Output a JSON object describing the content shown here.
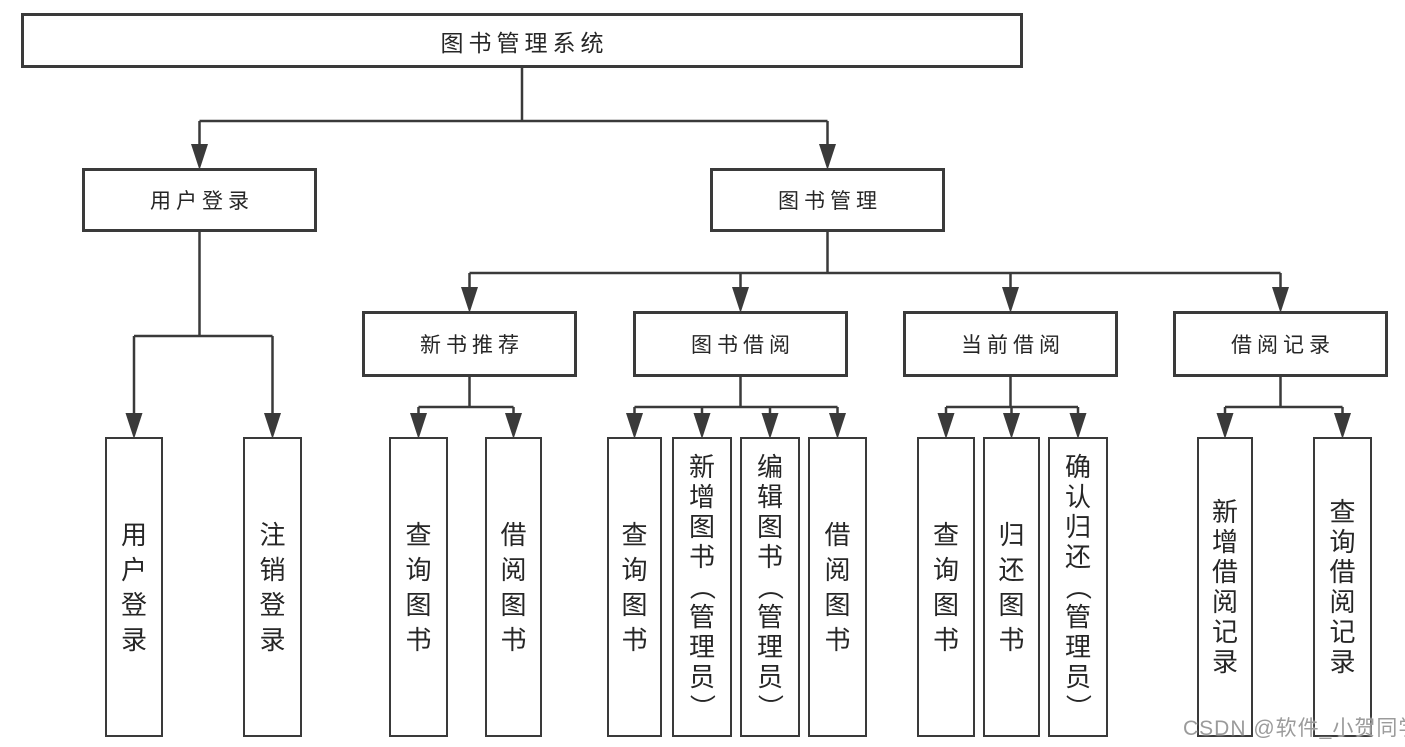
{
  "diagram_title": "图书管理系统",
  "colors": {
    "line": "#3a3a3a",
    "text": "#262626",
    "watermark": "#9b9b9b",
    "background": "#ffffff"
  },
  "tree": {
    "root": {
      "label": "图书管理系统",
      "children": [
        {
          "label": "用户登录",
          "children": [
            {
              "label": "用户登录"
            },
            {
              "label": "注销登录"
            }
          ]
        },
        {
          "label": "图书管理",
          "children": [
            {
              "label": "新书推荐",
              "children": [
                {
                  "label": "查询图书"
                },
                {
                  "label": "借阅图书"
                }
              ]
            },
            {
              "label": "图书借阅",
              "children": [
                {
                  "label": "查询图书"
                },
                {
                  "label": "新增图书（管理员）"
                },
                {
                  "label": "编辑图书（管理员）"
                },
                {
                  "label": "借阅图书"
                }
              ]
            },
            {
              "label": "当前借阅",
              "children": [
                {
                  "label": "查询图书"
                },
                {
                  "label": "归还图书"
                },
                {
                  "label": "确认归还（管理员）"
                }
              ]
            },
            {
              "label": "借阅记录",
              "children": [
                {
                  "label": "新增借阅记录"
                },
                {
                  "label": "查询借阅记录"
                }
              ]
            }
          ]
        }
      ]
    }
  },
  "watermark": {
    "text": "CSDN @软件_小贺同学"
  }
}
